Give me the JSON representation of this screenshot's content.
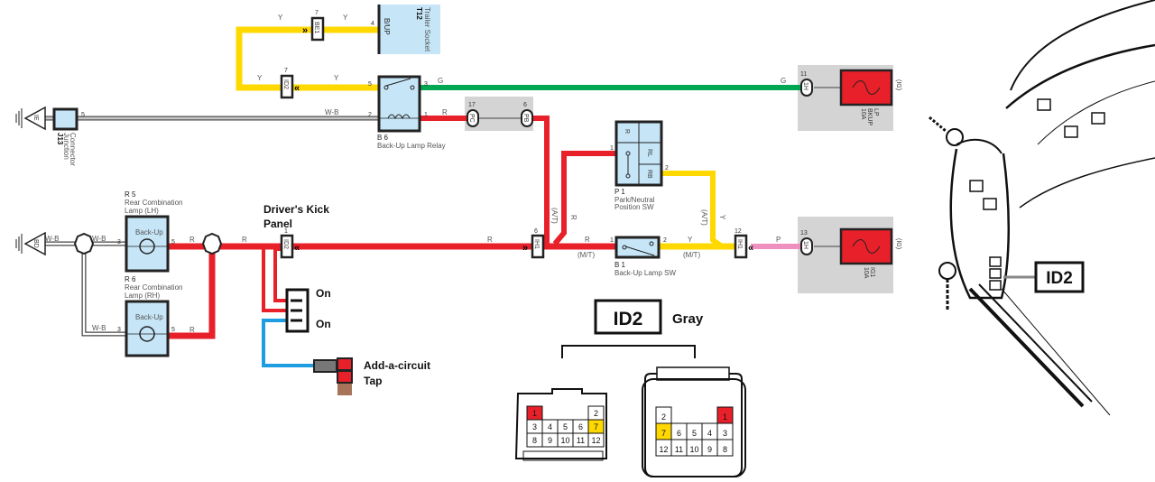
{
  "colors": {
    "red": "#e8202a",
    "yellow": "#ffd800",
    "green": "#00a651",
    "pink": "#ef8fc0",
    "blue": "#1e9ee0",
    "component": "#c6e6f8",
    "shade": "#d4d4d4"
  },
  "wire_labels": {
    "y": "Y",
    "g": "G",
    "r": "R",
    "p": "P",
    "wb": "W-B",
    "at": "(A/T)",
    "mt": "(M/T)"
  },
  "trailer_socket": {
    "code": "T12",
    "name": "Trailer Socket",
    "terminal": "B/UP",
    "pin": "4"
  },
  "relay": {
    "code": "B 6",
    "name": "Back-Up Lamp Relay",
    "pins": [
      "5",
      "3",
      "2",
      "1"
    ]
  },
  "junction": {
    "code": "J13",
    "name": "Junction",
    "name2": "Connector",
    "pin": "5"
  },
  "grounds": {
    "top": "IE",
    "bottom": "BD"
  },
  "connectors": {
    "be1": {
      "id": "BE1",
      "pin": "7"
    },
    "id2_top": {
      "id": "ID2",
      "pin": "7"
    },
    "id2_mid": {
      "id": "ID2",
      "pin": "1"
    },
    "pc": {
      "id": "PC",
      "pin": "17"
    },
    "pb": {
      "id": "PB",
      "pin": "6"
    },
    "ih1_left": {
      "id": "IH1",
      "pin": "6"
    },
    "ih1_right": {
      "id": "IH1",
      "pin": "12"
    },
    "ih_top": {
      "id": "1H",
      "pin": "11"
    },
    "ih_bottom": {
      "id": "1H",
      "pin": "13"
    }
  },
  "fuses": {
    "top": {
      "rating": "10A",
      "name": "BKUP",
      "name2": "LP",
      "source": "(IG)"
    },
    "bottom": {
      "rating": "10A",
      "name": "IG1",
      "source": "(IG)"
    }
  },
  "pn_switch": {
    "code": "P 1",
    "name": "Park/Neutral",
    "name2": "Position SW",
    "cells": [
      "R",
      "RL",
      "RB"
    ],
    "pins": [
      "1",
      "2"
    ]
  },
  "bu_switch": {
    "code": "B 1",
    "name": "Back-Up Lamp SW",
    "pins": [
      "1",
      "2"
    ]
  },
  "lamp_lh": {
    "code": "R 5",
    "name": "Rear Combination",
    "name2": "Lamp (LH)",
    "inner": "Back-Up",
    "pins": [
      "3",
      "5"
    ]
  },
  "lamp_rh": {
    "code": "R 6",
    "name": "Rear Combination",
    "name2": "Lamp (RH)",
    "inner": "Back-Up",
    "pins": [
      "3",
      "5"
    ]
  },
  "annotations": {
    "kick1": "Driver's Kick",
    "kick2": "Panel",
    "on1": "On",
    "on2": "On",
    "tap1": "Add-a-circuit",
    "tap2": "Tap"
  },
  "connector_view": {
    "title": "ID2",
    "color": "Gray",
    "left_rows": [
      [
        "1",
        "",
        "",
        "",
        "2"
      ],
      [
        "3",
        "4",
        "5",
        "6",
        "7"
      ],
      [
        "8",
        "9",
        "10",
        "11",
        "12"
      ]
    ],
    "right_rows": [
      [
        "2",
        "",
        "",
        "",
        "1"
      ],
      [
        "7",
        "6",
        "5",
        "4",
        "3"
      ],
      [
        "12",
        "11",
        "10",
        "9",
        "8"
      ]
    ],
    "highlight_red": "1",
    "highlight_yellow": "7"
  },
  "locator": {
    "label": "ID2"
  }
}
